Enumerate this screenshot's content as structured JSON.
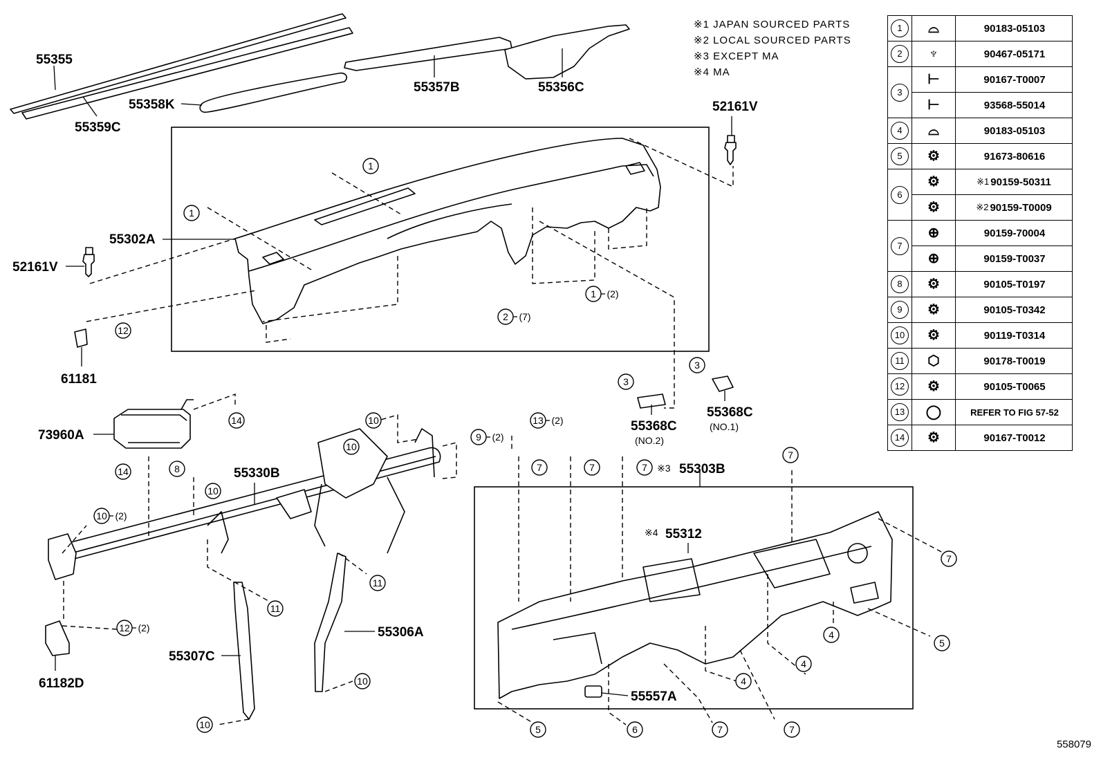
{
  "legend": [
    {
      "mark": "※1",
      "text": "JAPAN SOURCED PARTS"
    },
    {
      "mark": "※2",
      "text": "LOCAL SOURCED PARTS"
    },
    {
      "mark": "※3",
      "text": "EXCEPT MA"
    },
    {
      "mark": "※4",
      "text": "MA"
    }
  ],
  "parts": {
    "p55355": "55355",
    "p55359C": "55359C",
    "p55358K": "55358K",
    "p55357B": "55357B",
    "p55356C": "55356C",
    "p52161V_r": "52161V",
    "p52161V_l": "52161V",
    "p55302A": "55302A",
    "p61181": "61181",
    "p73960A": "73960A",
    "p55330B": "55330B",
    "p55368C_2": "55368C",
    "p55368C_2_sub": "(NO.2)",
    "p55368C_1": "55368C",
    "p55368C_1_sub": "(NO.1)",
    "p55303B": "55303B",
    "p55303B_mark": "※3",
    "p55312": "55312",
    "p55312_mark": "※4",
    "p55306A": "55306A",
    "p55307C": "55307C",
    "p61182D": "61182D",
    "p55557A": "55557A"
  },
  "callouts": {
    "c_top1": "1",
    "c_left1": "1",
    "c_mid1": "1",
    "c_mid1_q": "(2)",
    "c_mid2": "2",
    "c_mid2_q": "(7)",
    "c_12": "12",
    "c_12b": "12",
    "c_12b_q": "(2)",
    "c_3a": "3",
    "c_3b": "3",
    "c_14a": "14",
    "c_14b": "14",
    "c_8": "8",
    "c_10a": "10",
    "c_10b": "10",
    "c_10c": "10",
    "c_10d": "10",
    "c_10d_q": "(2)",
    "c_10e": "10",
    "c_10f": "10",
    "c_9": "9",
    "c_9_q": "(2)",
    "c_13": "13",
    "c_13_q": "(2)",
    "c_11a": "11",
    "c_11b": "11",
    "c_7a": "7",
    "c_7b": "7",
    "c_7c": "7",
    "c_7d": "7",
    "c_7e": "7",
    "c_7f": "7",
    "c_7g": "7",
    "c_5a": "5",
    "c_5b": "5",
    "c_4a": "4",
    "c_4b": "4",
    "c_4c": "4",
    "c_6": "6"
  },
  "fasteners": [
    {
      "no": "1",
      "icon": "clip-nut-icon",
      "glyph": "⌓",
      "parts": [
        {
          "mark": "",
          "pn": "90183-05103"
        }
      ]
    },
    {
      "no": "2",
      "icon": "push-clip-icon",
      "glyph": "♆",
      "parts": [
        {
          "mark": "",
          "pn": "90467-05171"
        }
      ]
    },
    {
      "no": "3",
      "icon": "screw-icon",
      "glyph": "⊢",
      "parts": [
        {
          "mark": "",
          "pn": "90167-T0007"
        },
        {
          "mark": "",
          "pn": "93568-55014"
        }
      ]
    },
    {
      "no": "4",
      "icon": "clip-nut-icon",
      "glyph": "⌓",
      "parts": [
        {
          "mark": "",
          "pn": "90183-05103"
        }
      ]
    },
    {
      "no": "5",
      "icon": "bolt-icon",
      "glyph": "⚙",
      "parts": [
        {
          "mark": "",
          "pn": "91673-80616"
        }
      ]
    },
    {
      "no": "6",
      "icon": "bolt-icon",
      "glyph": "⚙",
      "parts": [
        {
          "mark": "※1",
          "pn": "90159-50311"
        },
        {
          "mark": "※2",
          "pn": "90159-T0009"
        }
      ]
    },
    {
      "no": "7",
      "icon": "screw-icon",
      "glyph": "⊕",
      "parts": [
        {
          "mark": "",
          "pn": "90159-70004"
        },
        {
          "mark": "",
          "pn": "90159-T0037"
        }
      ]
    },
    {
      "no": "8",
      "icon": "bolt-icon",
      "glyph": "⚙",
      "parts": [
        {
          "mark": "",
          "pn": "90105-T0197"
        }
      ]
    },
    {
      "no": "9",
      "icon": "bolt-icon",
      "glyph": "⚙",
      "parts": [
        {
          "mark": "",
          "pn": "90105-T0342"
        }
      ]
    },
    {
      "no": "10",
      "icon": "bolt-icon",
      "glyph": "⚙",
      "parts": [
        {
          "mark": "",
          "pn": "90119-T0314"
        }
      ]
    },
    {
      "no": "11",
      "icon": "nut-icon",
      "glyph": "⬡",
      "parts": [
        {
          "mark": "",
          "pn": "90178-T0019"
        }
      ]
    },
    {
      "no": "12",
      "icon": "bolt-icon",
      "glyph": "⚙",
      "parts": [
        {
          "mark": "",
          "pn": "90105-T0065"
        }
      ]
    },
    {
      "no": "13",
      "icon": "grommet-icon",
      "glyph": "◯",
      "parts": [
        {
          "mark": "",
          "pn": "REFER TO FIG 57-52"
        }
      ]
    },
    {
      "no": "14",
      "icon": "bolt-icon",
      "glyph": "⚙",
      "parts": [
        {
          "mark": "",
          "pn": "90167-T0012"
        }
      ]
    }
  ],
  "figure_number": "558079"
}
